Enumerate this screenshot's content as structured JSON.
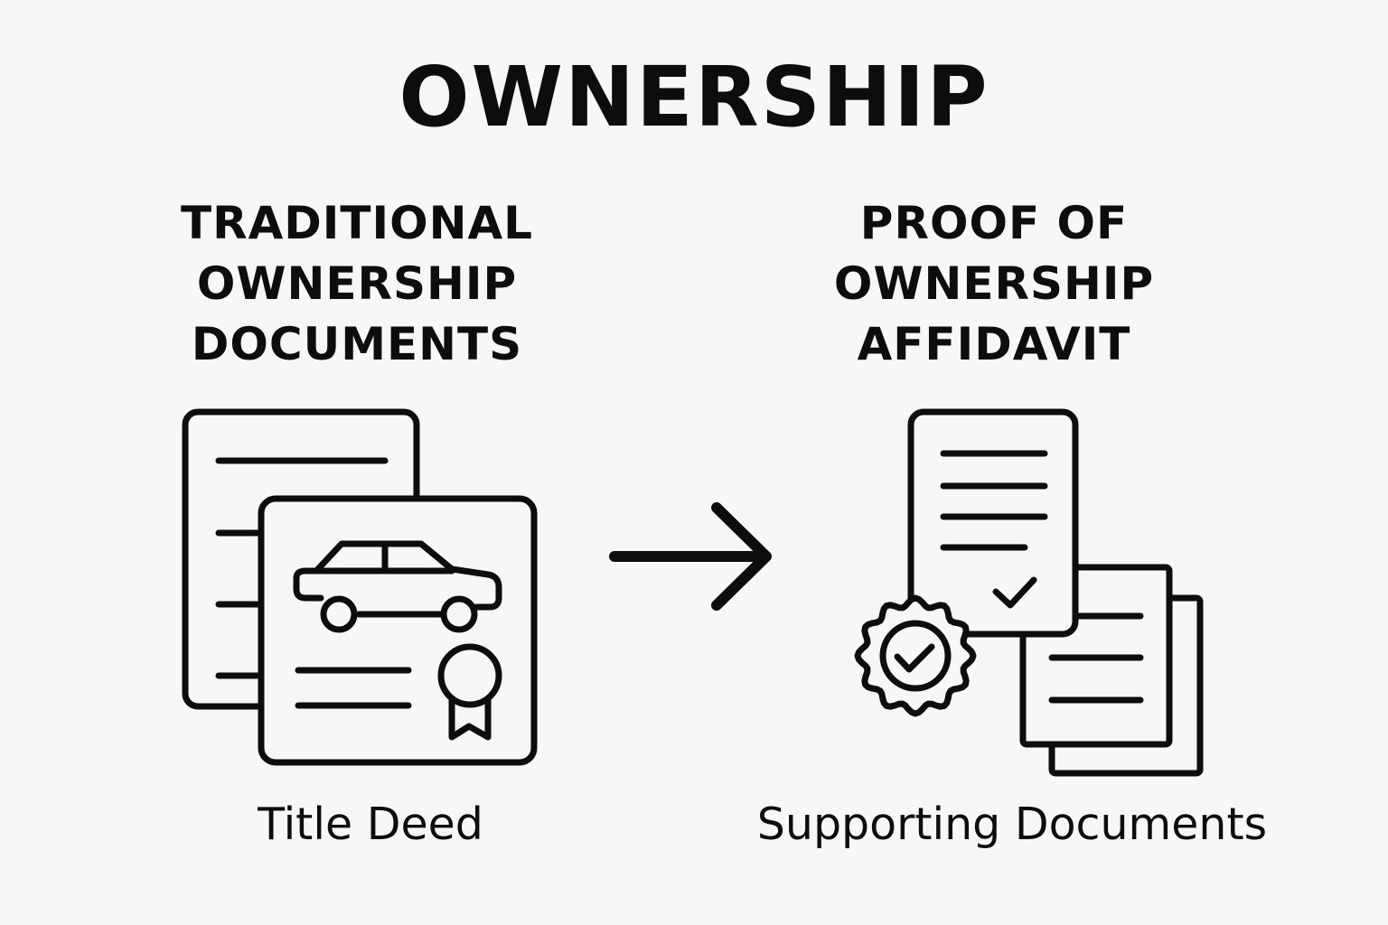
{
  "title": "OWNERSHIP",
  "left": {
    "heading_lines": [
      "TRADITIONAL",
      "OWNERSHIP",
      "DOCUMENTS"
    ],
    "caption": "Title Deed"
  },
  "right": {
    "heading_lines": [
      "PROOF OF",
      "OWNERSHIP",
      "AFFIDAVIT"
    ],
    "caption": "Supporting Documents"
  },
  "icons": {
    "left_illustration": "car-title-deed-icon",
    "arrow": "arrow-right-icon",
    "right_illustration": "affidavit-with-seal-icon"
  },
  "colors": {
    "ink": "#0d0d0d",
    "background": "#f7f7f7"
  }
}
